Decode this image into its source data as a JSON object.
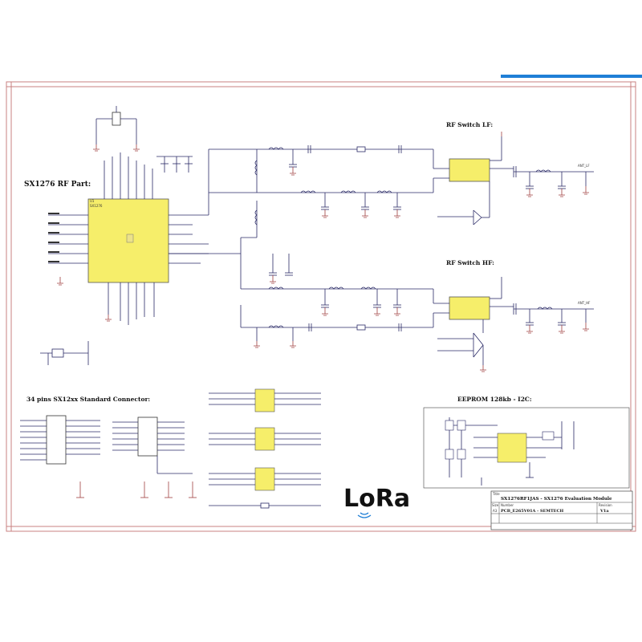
{
  "sections": {
    "rf_part": "SX1276 RF Part:",
    "rf_switch_lf": "RF Switch LF:",
    "rf_switch_hf": "RF Switch HF:",
    "connector": "34 pins SX12xx Standard Connector:",
    "eeprom": "EEPROM 128kb - I2C:"
  },
  "main_ic": {
    "ref": "U1",
    "name": "SX1276"
  },
  "antennas": {
    "lf": "ANT_LF",
    "hf": "ANT_HF"
  },
  "logo": {
    "text": "LoRa"
  },
  "title_block": {
    "title_label": "Title",
    "title": "SX1276RF1JAS - SX1276 Evaluation Module",
    "size_label": "Size",
    "size": "A3",
    "number_label": "Number",
    "number": "PCB_E265V01A - SEMTECH",
    "revision_label": "Revision",
    "revision": "V1a"
  },
  "accent_color": "#1f7fd6"
}
